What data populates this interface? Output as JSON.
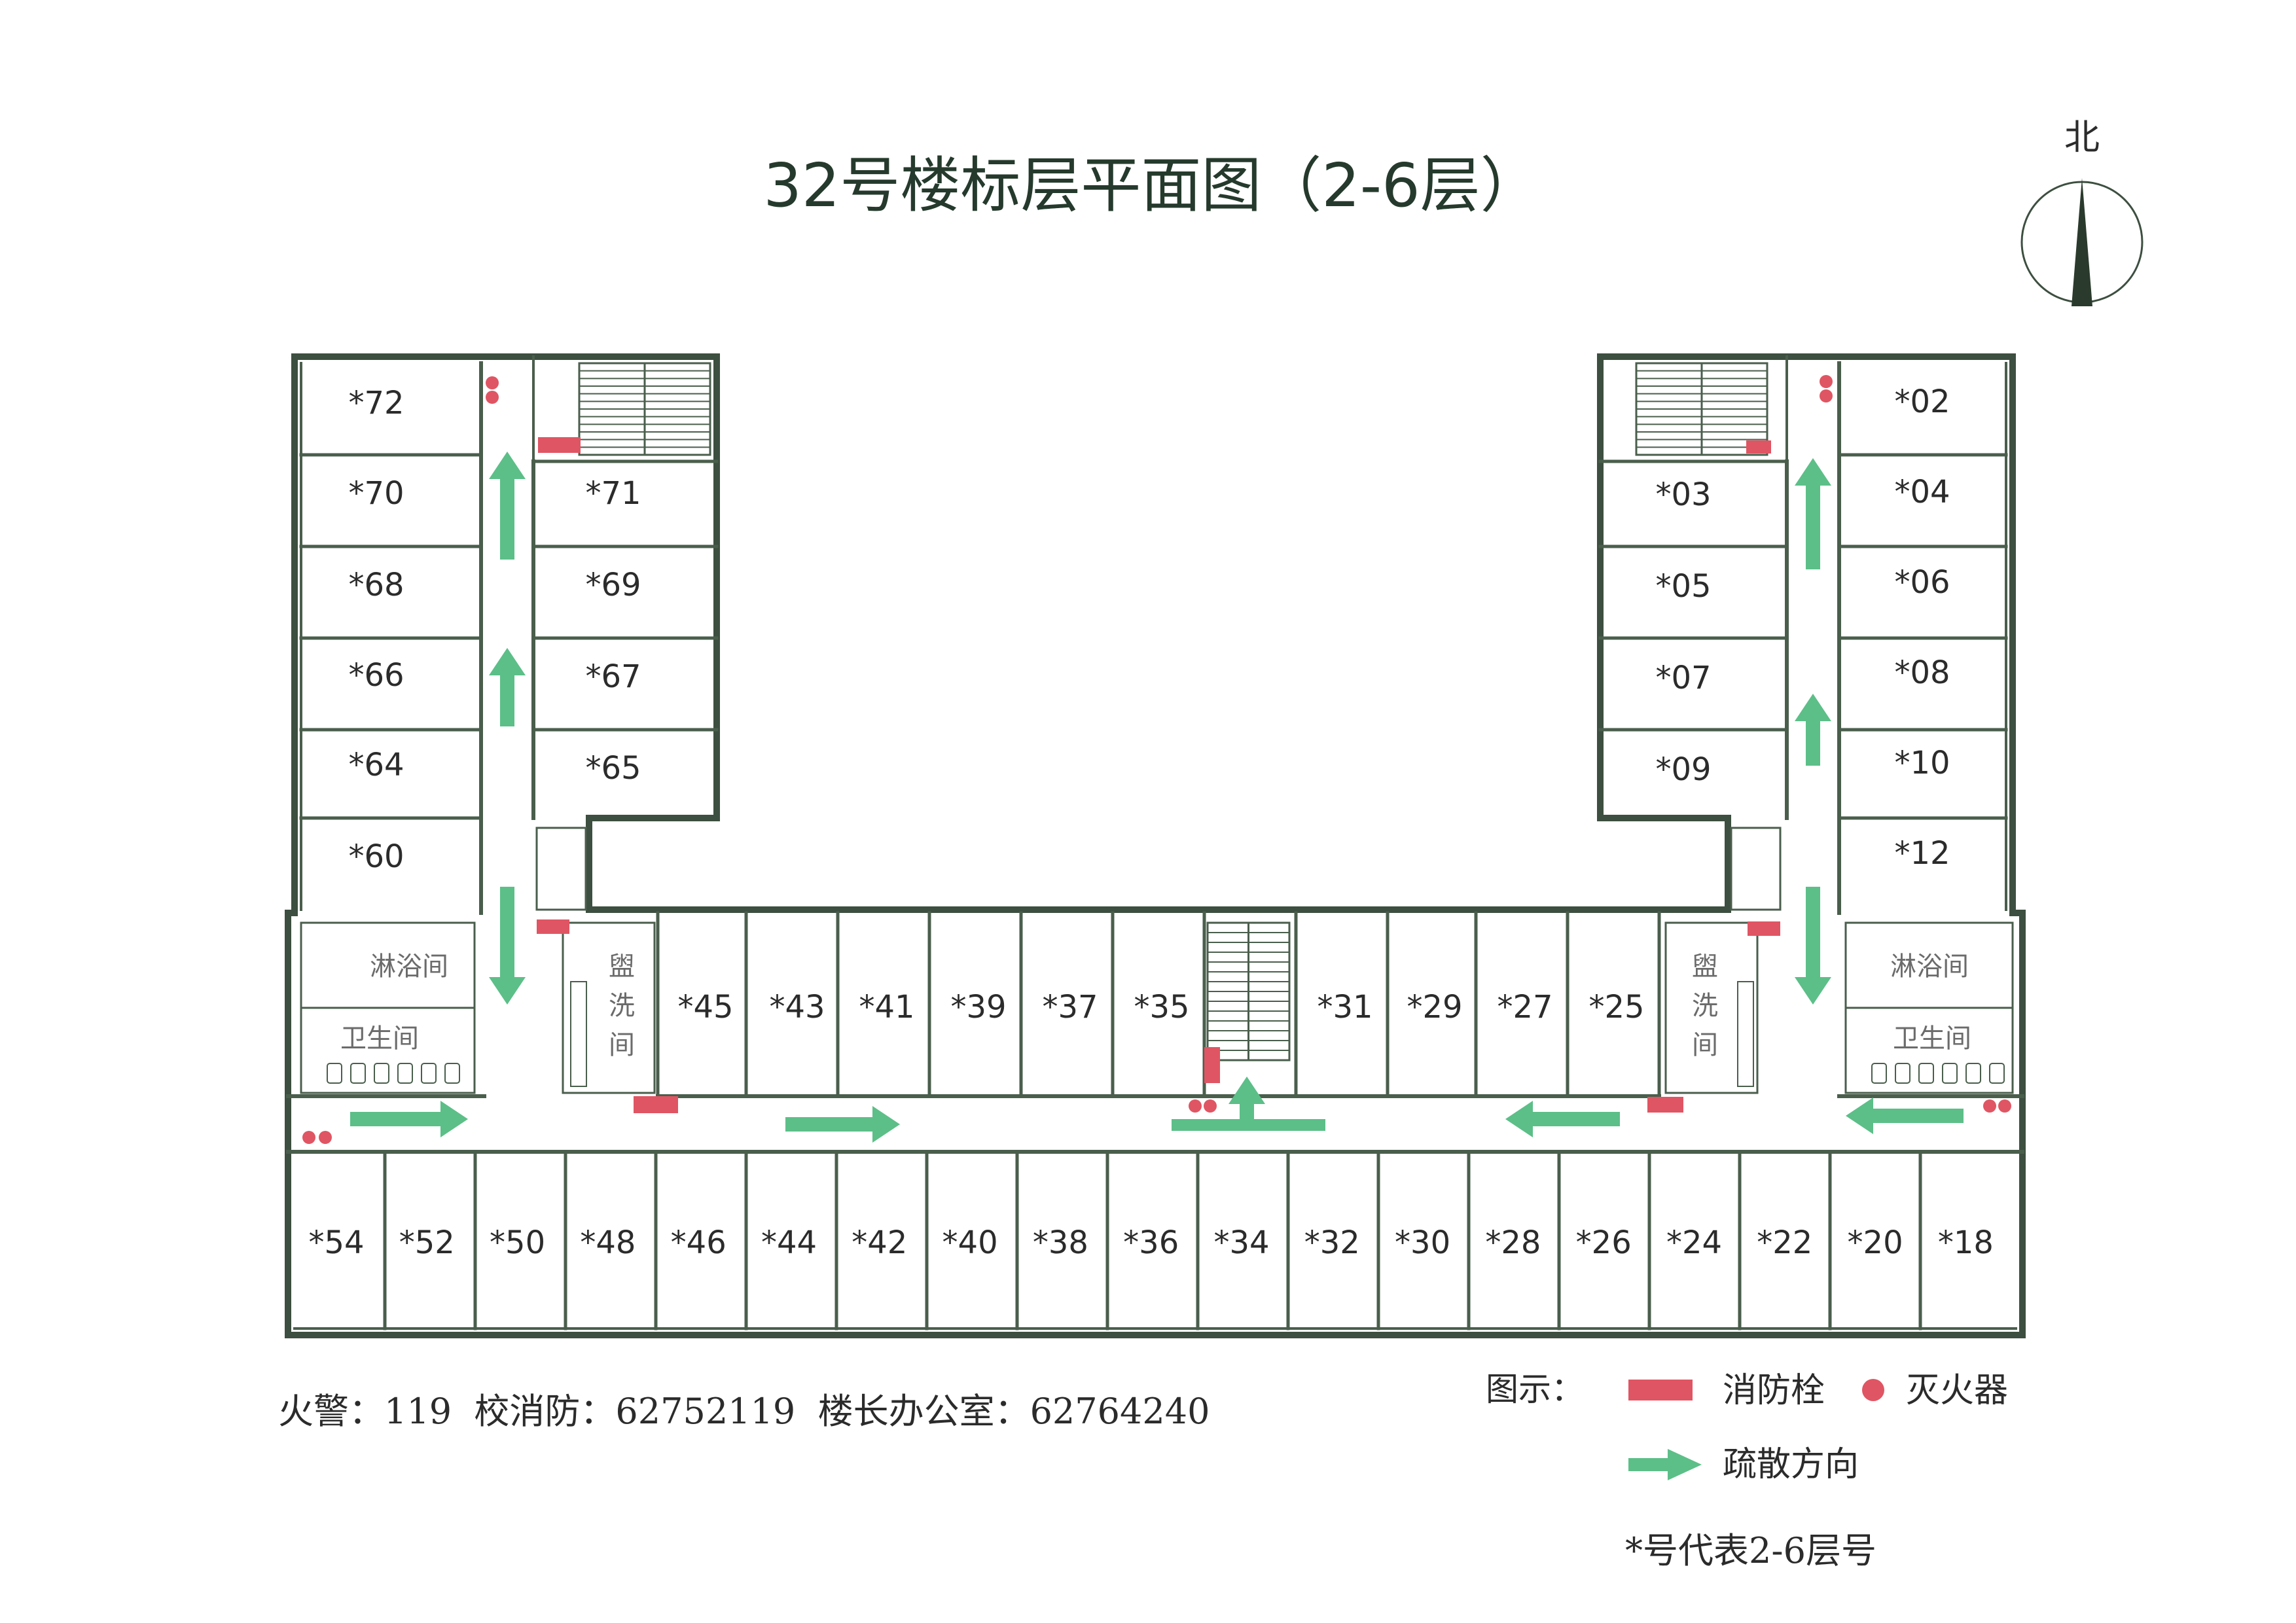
{
  "title": "32号楼标层平面图（2-6层）",
  "north_label": "北",
  "colors": {
    "wall": "#3d4f40",
    "thin_wall": "#4a5e4c",
    "hydrant": "#e05563",
    "extinguisher": "#e05563",
    "arrow": "#5cbf88",
    "text": "#2b2b2b",
    "title_text": "#253a2c"
  },
  "rooms": {
    "left_wing_west": [
      "*72",
      "*70",
      "*68",
      "*66",
      "*64",
      "*60"
    ],
    "left_wing_east": [
      "*71",
      "*69",
      "*67",
      "*65"
    ],
    "right_wing_west": [
      "*03",
      "*05",
      "*07",
      "*09"
    ],
    "right_wing_east": [
      "*02",
      "*04",
      "*06",
      "*08",
      "*10",
      "*12"
    ],
    "north_row_left": [
      "*45",
      "*43",
      "*41",
      "*39",
      "*37",
      "*35"
    ],
    "north_row_right": [
      "*31",
      "*29",
      "*27",
      "*25"
    ],
    "south_row": [
      "*54",
      "*52",
      "*50",
      "*48",
      "*46",
      "*44",
      "*42",
      "*40",
      "*38",
      "*36",
      "*34",
      "*32",
      "*30",
      "*28",
      "*26",
      "*24",
      "*22",
      "*20",
      "*18"
    ]
  },
  "facilities": {
    "shower_left": "淋浴间",
    "toilet_left": "卫生间",
    "washroom_left": [
      "盥",
      "洗",
      "间"
    ],
    "washroom_right": [
      "盥",
      "洗",
      "间"
    ],
    "shower_right": "淋浴间",
    "toilet_right": "卫生间"
  },
  "contact": "火警：119  校消防：62752119  楼长办公室：62764240",
  "legend": {
    "label": "图示：",
    "hydrant": "消防栓",
    "extinguisher": "灭火器",
    "evacuation": "疏散方向",
    "note": "*号代表2-6层号"
  },
  "icons": {
    "hydrant": "red-rectangle",
    "extinguisher": "red-dot",
    "evacuation": "green-arrow",
    "compass": "north-arrow-icon",
    "stairs": "stair-icon"
  }
}
